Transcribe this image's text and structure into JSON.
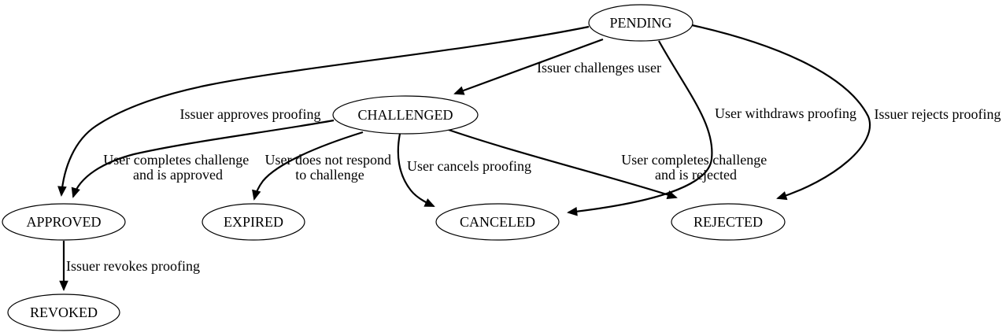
{
  "diagram": {
    "title": "proofing-state-machine",
    "colors": {
      "background": "#ffffff",
      "stroke": "#000000",
      "text": "#000000"
    },
    "nodes": [
      {
        "id": "pending",
        "label": "PENDING"
      },
      {
        "id": "challenged",
        "label": "CHALLENGED"
      },
      {
        "id": "approved",
        "label": "APPROVED"
      },
      {
        "id": "expired",
        "label": "EXPIRED"
      },
      {
        "id": "canceled",
        "label": "CANCELED"
      },
      {
        "id": "rejected",
        "label": "REJECTED"
      },
      {
        "id": "revoked",
        "label": "REVOKED"
      }
    ],
    "edges": [
      {
        "from": "pending",
        "to": "challenged",
        "label": "Issuer challenges user"
      },
      {
        "from": "pending",
        "to": "approved",
        "label": "Issuer approves proofing"
      },
      {
        "from": "pending",
        "to": "canceled",
        "label": "User withdraws proofing"
      },
      {
        "from": "pending",
        "to": "rejected",
        "label": "Issuer rejects proofing"
      },
      {
        "from": "challenged",
        "to": "approved",
        "label_lines": [
          "User completes challenge",
          "and is approved"
        ]
      },
      {
        "from": "challenged",
        "to": "expired",
        "label_lines": [
          "User does not respond",
          "to challenge"
        ]
      },
      {
        "from": "challenged",
        "to": "canceled",
        "label": "User cancels proofing"
      },
      {
        "from": "challenged",
        "to": "rejected",
        "label_lines": [
          "User completes challenge",
          "and is rejected"
        ]
      },
      {
        "from": "approved",
        "to": "revoked",
        "label": "Issuer revokes proofing"
      }
    ]
  }
}
